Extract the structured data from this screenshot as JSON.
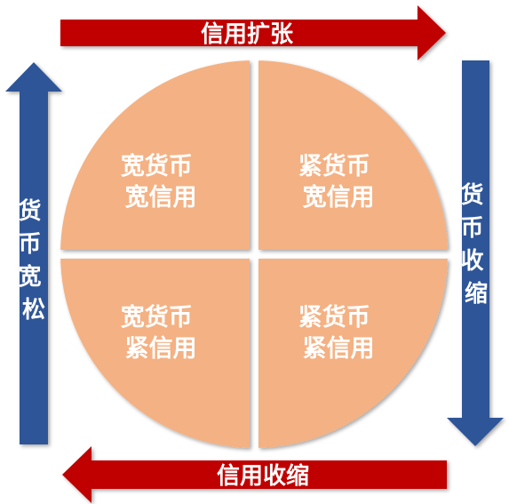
{
  "arrows": {
    "top": {
      "label": "信用扩张"
    },
    "bottom": {
      "label": "信用收缩"
    },
    "left": {
      "label": "货币宽松"
    },
    "right": {
      "label": "货币收缩"
    }
  },
  "quadrants": {
    "top_left": {
      "line1": "宽货币",
      "line2": "宽信用"
    },
    "top_right": {
      "line1": "紧货币",
      "line2": "宽信用"
    },
    "bottom_left": {
      "line1": "宽货币",
      "line2": "紧信用"
    },
    "bottom_right": {
      "line1": "紧货币",
      "line2": "紧信用"
    }
  },
  "colors": {
    "credit_arrow": "#c00000",
    "money_arrow": "#2e5597",
    "circle_fill": "#f4b183"
  }
}
